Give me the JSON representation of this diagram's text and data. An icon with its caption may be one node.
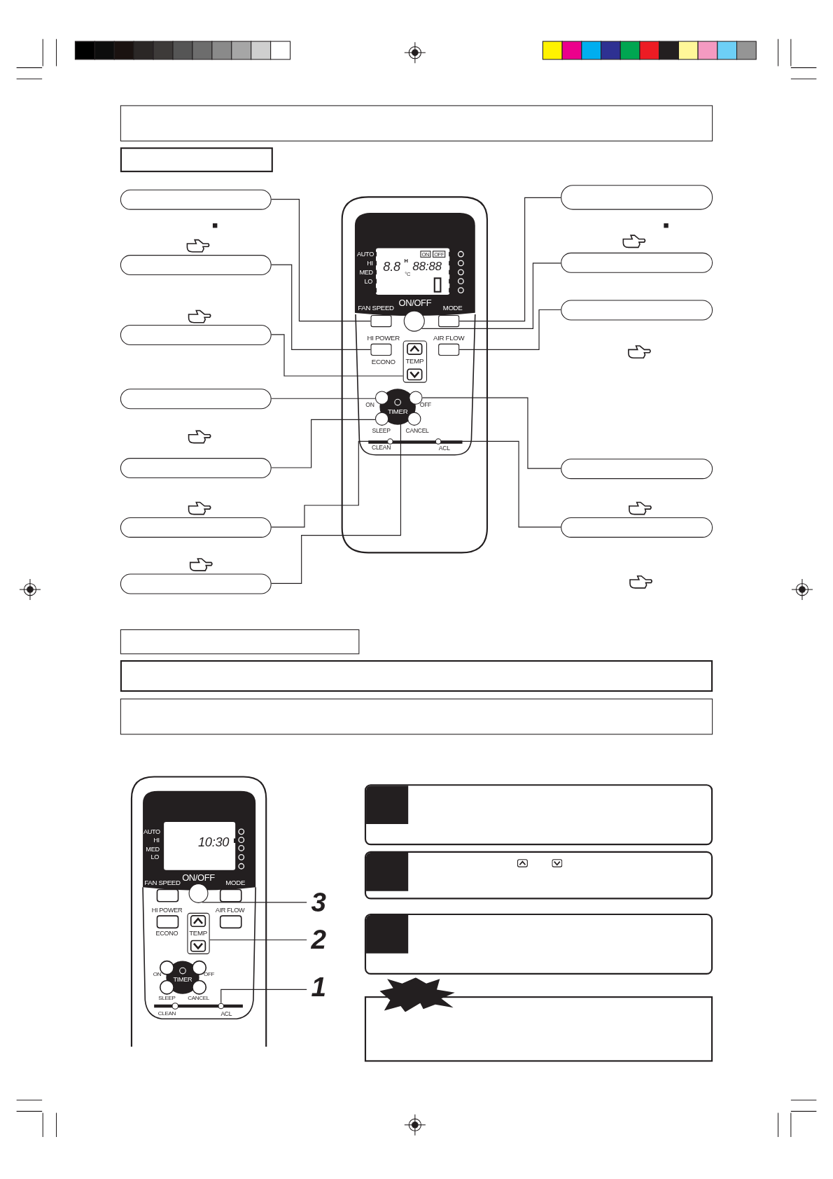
{
  "diagram": {
    "nodes": [
      {
        "text": [],
        "shape": "box"
      },
      {
        "text": [],
        "shape": "box"
      },
      {
        "text": [],
        "shape": "box"
      },
      {
        "text": [],
        "shape": "box"
      },
      {
        "text": [],
        "shape": "box"
      },
      {
        "text": [],
        "shape": "box"
      },
      {
        "text": [],
        "shape": "box"
      },
      {
        "text": [],
        "shape": "box"
      },
      {
        "text": [],
        "shape": "box"
      },
      {
        "text": [],
        "shape": "box"
      },
      {
        "text": [],
        "shape": "box"
      },
      {
        "text": [],
        "shape": "box"
      },
      {
        "text": [],
        "shape": "box"
      },
      {
        "text": [],
        "shape": "box"
      },
      {
        "text": [],
        "shape": "box",
        "beside": [
          "FAN SPEED"
        ]
      },
      {
        "text": [],
        "shape": "circle",
        "beside": [
          "ON/OFF"
        ]
      },
      {
        "text": [],
        "shape": "box",
        "beside": [
          "MODE"
        ]
      },
      {
        "text": [],
        "shape": "box",
        "beside": [
          "HI POWER",
          "ECONO"
        ]
      },
      {
        "text": [
          "TEMP"
        ]
      },
      {
        "text": [],
        "shape": "box",
        "beside": [
          "AIR FLOW"
        ]
      },
      {
        "text": [],
        "shape": "circle",
        "beside": [
          "ON"
        ]
      },
      {
        "text": [],
        "shape": "circle",
        "beside": [
          "OFF"
        ]
      },
      {
        "text": [],
        "shape": "circle",
        "beside": [
          "SLEEP"
        ]
      },
      {
        "text": [],
        "shape": "circle",
        "beside": [
          "CANCEL"
        ]
      },
      {
        "text": [],
        "shape": "circle",
        "beside": [
          "CLEAN"
        ]
      },
      {
        "text": [],
        "shape": "circle",
        "beside": [
          "ACL"
        ]
      },
      {
        "text": [],
        "shape": "box"
      },
      {
        "text": [],
        "shape": "box"
      },
      {
        "text": [],
        "shape": "box"
      },
      {
        "text": [],
        "shape": "circle",
        "beside": [
          "ON/OFF"
        ]
      },
      {
        "text": [
          "TEMP"
        ]
      },
      {
        "text": [],
        "shape": "circle",
        "beside": [
          "ACL"
        ]
      },
      {
        "text": [
          "3"
        ]
      },
      {
        "text": [
          "2"
        ]
      },
      {
        "text": [
          "1"
        ]
      },
      {
        "text": [],
        "shape": "box"
      },
      {
        "text": [],
        "shape": "box"
      },
      {
        "text": [],
        "shape": "box"
      },
      {
        "text": [],
        "shape": "star"
      },
      {
        "text": [],
        "shape": "box"
      }
    ],
    "edges": [
      {
        "from": 2,
        "to": 14,
        "arrow": "none"
      },
      {
        "from": 3,
        "to": 17,
        "arrow": "none"
      },
      {
        "from": 4,
        "to": 18,
        "arrow": "none"
      },
      {
        "from": 5,
        "to": 20,
        "arrow": "none"
      },
      {
        "from": 6,
        "to": 22,
        "arrow": "none"
      },
      {
        "from": 7,
        "to": 24,
        "arrow": "none"
      },
      {
        "from": 8,
        "to": 23,
        "arrow": "none"
      },
      {
        "from": 9,
        "to": 16,
        "arrow": "none"
      },
      {
        "from": 10,
        "to": 15,
        "arrow": "none"
      },
      {
        "from": 11,
        "to": 19,
        "arrow": "none"
      },
      {
        "from": 12,
        "to": 21,
        "arrow": "none"
      },
      {
        "from": 13,
        "to": 25,
        "arrow": "none"
      },
      {
        "from": 32,
        "to": 29,
        "arrow": "none"
      },
      {
        "from": 33,
        "to": 30,
        "arrow": "none"
      },
      {
        "from": 34,
        "to": 31,
        "arrow": "none"
      }
    ],
    "labels": [
      "AUTO",
      "HI",
      "MED",
      "LO",
      "8.8",
      "H",
      "°C",
      "ON",
      "OFF",
      "88:88",
      "TIMER",
      "AUTO",
      "HI",
      "MED",
      "LO",
      "10:30",
      "FAN SPEED",
      "MODE",
      "HI POWER",
      "AIR FLOW",
      "ECONO",
      "ON",
      "TIMER",
      "OFF",
      "SLEEP",
      "CANCEL",
      "CLEAN"
    ]
  }
}
